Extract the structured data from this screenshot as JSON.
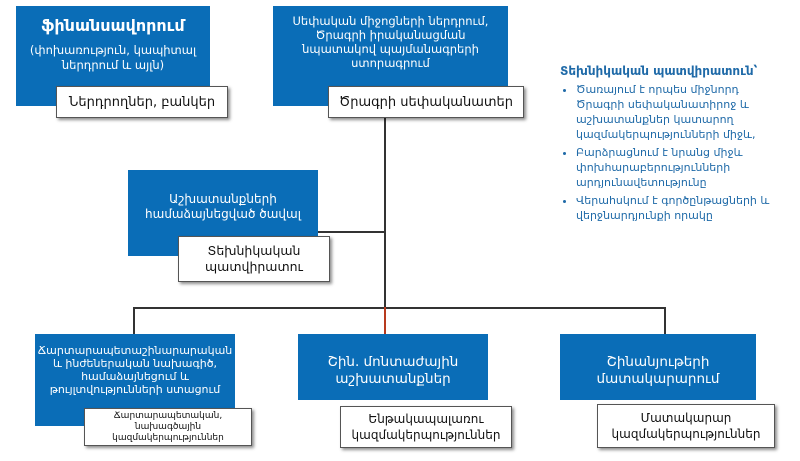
{
  "finance": {
    "title": "ֆինանսավորում",
    "subtitle": "(փոխառություն, կապիտալ ներդրում և այլն)",
    "sub_box": "Ներդրողներ, բանկեր"
  },
  "owner": {
    "title": "Սեփական միջոցների ներդրում, Ծրագրի իրականացման նպատակով պայմանագրերի ստորագրում",
    "sub_box": "Ծրագրի սեփականատեր"
  },
  "tech_box": {
    "title": "Աշխատանքների համաձայնեցված ծավալ",
    "sub_box": "Տեխնիկական պատվիրատու"
  },
  "side_note": {
    "heading": "Տեխնիկական պատվիրատուն՝",
    "bullets": [
      "Ծառայում է որպես միջնորդ Ծրագրի սեփականատիրոջ և աշխատանքներ կատարող կազմակերպությունների միջև,",
      "Բարձրացնում է նրանց միջև փոխհարաբերությունների արդյունավետությունը",
      "Վերահսկում է գործընթացների և վերջնարդյունքի որակը"
    ]
  },
  "bottom": {
    "design": {
      "title": "Ճարտարապետաշինարարական և ինժեներական նախագիծ, համաձայնեցում և թույլտվությունների ստացում",
      "sub_box": "Ճարտարապետական, նախագծային կազմակերպություններ"
    },
    "construction": {
      "title": "Շին. մոնտաժային աշխատանքներ",
      "sub_box": "Ենթակապալառու կազմակերպություններ"
    },
    "supply": {
      "title": "Շինանյութերի մատակարարում",
      "sub_box": "Մատակարար կազմակերպություններ"
    }
  },
  "colors": {
    "box_blue": "#0a6db7",
    "note_blue": "#1f6aa8",
    "accent_red": "#c0392b"
  }
}
